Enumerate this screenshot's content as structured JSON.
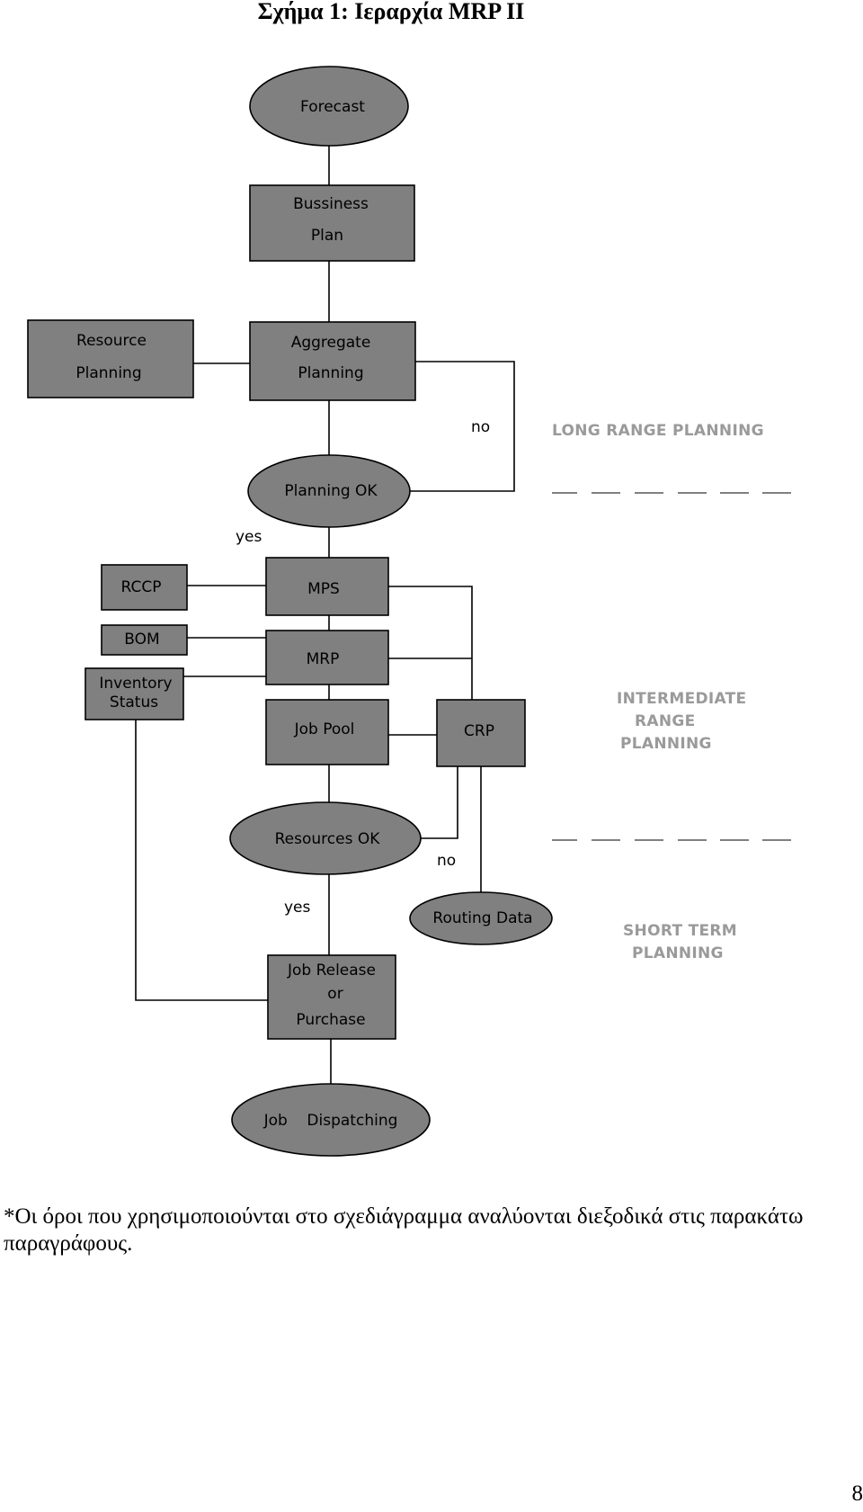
{
  "title": "Σχήμα 1: Ιεραρχία MRP II",
  "nodes": {
    "forecast": "Forecast",
    "business_plan": [
      "Bussiness",
      "Plan"
    ],
    "resource_planning": [
      "Resource",
      "Planning"
    ],
    "aggregate_planning": [
      "Aggregate",
      "Planning"
    ],
    "planning_ok": "Planning OK",
    "rccp": "RCCP",
    "bom": "BOM",
    "inventory_status": [
      "Inventory",
      "Status"
    ],
    "mps": "MPS",
    "mrp": "MRP",
    "job_pool": "Job Pool",
    "crp": "CRP",
    "resources_ok": "Resources OK",
    "routing_data": "Routing Data",
    "job_release": [
      "Job Release",
      "or",
      "Purchase"
    ],
    "job_dispatching": "Job    Dispatching"
  },
  "labels": {
    "no_top": "no",
    "yes_top": "yes",
    "no_bottom": "no",
    "yes_bottom": "yes"
  },
  "zones": {
    "long_range": [
      "LONG RANGE PLANNING"
    ],
    "intermediate": [
      "INTERMEDIATE",
      "RANGE",
      "PLANNING"
    ],
    "short_term": [
      "SHORT TERM",
      "PLANNING"
    ]
  },
  "footnote": "*Οι όροι που χρησιμοποιούνται στο σχεδιάγραμμα αναλύονται διεξοδικά στις παρακάτω παραγράφους.",
  "page_number": "8",
  "colors": {
    "node_fill": "#808080",
    "zone_text": "#9a9a9a",
    "line": "#000000"
  }
}
